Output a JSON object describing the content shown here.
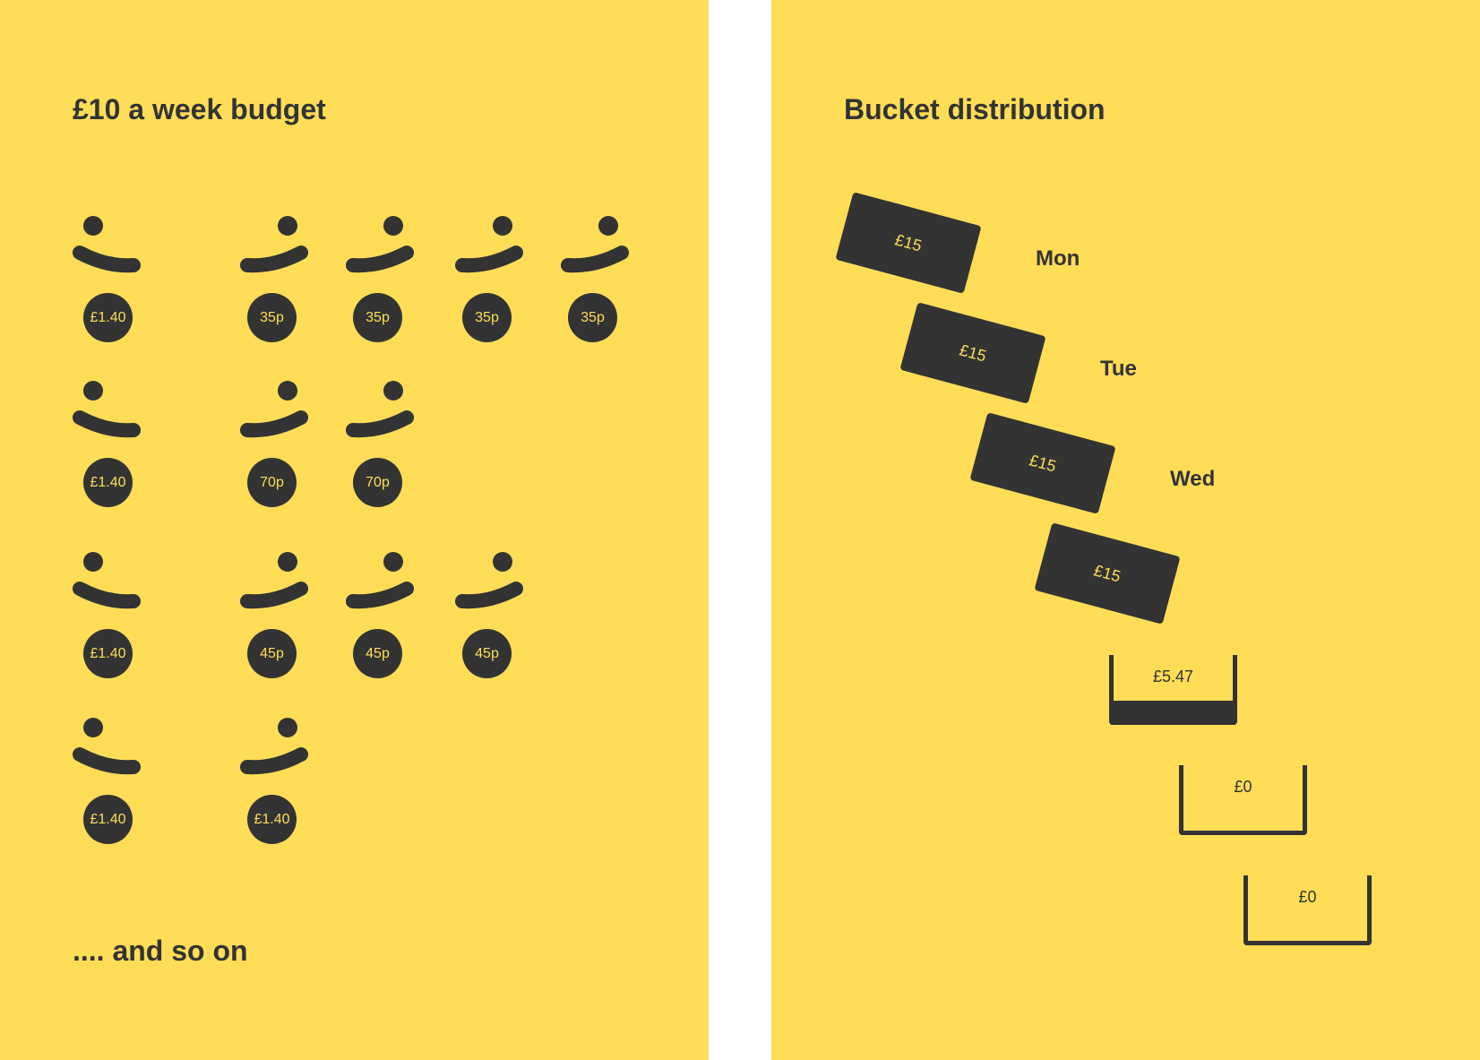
{
  "budget_panel": {
    "title": "£10 a week budget",
    "rows": [
      {
        "coins": [
          "£1.40",
          "35p",
          "35p",
          "35p",
          "35p"
        ]
      },
      {
        "coins": [
          "£1.40",
          "70p",
          "70p"
        ]
      },
      {
        "coins": [
          "£1.40",
          "45p",
          "45p",
          "45p"
        ]
      },
      {
        "coins": [
          "£1.40",
          "£1.40"
        ]
      }
    ],
    "footnote": ".... and so on"
  },
  "bucket_panel": {
    "title": "Bucket distribution",
    "notes": [
      {
        "amount": "£15",
        "day": "Mon"
      },
      {
        "amount": "£15",
        "day": "Tue"
      },
      {
        "amount": "£15",
        "day": "Wed"
      },
      {
        "amount": "£15"
      }
    ],
    "buckets": [
      {
        "amount": "£5.47"
      },
      {
        "amount": "£0"
      },
      {
        "amount": "£0"
      }
    ]
  },
  "colors": {
    "background": "#ffdd57",
    "ink": "#333333",
    "gap": "#ffffff"
  }
}
